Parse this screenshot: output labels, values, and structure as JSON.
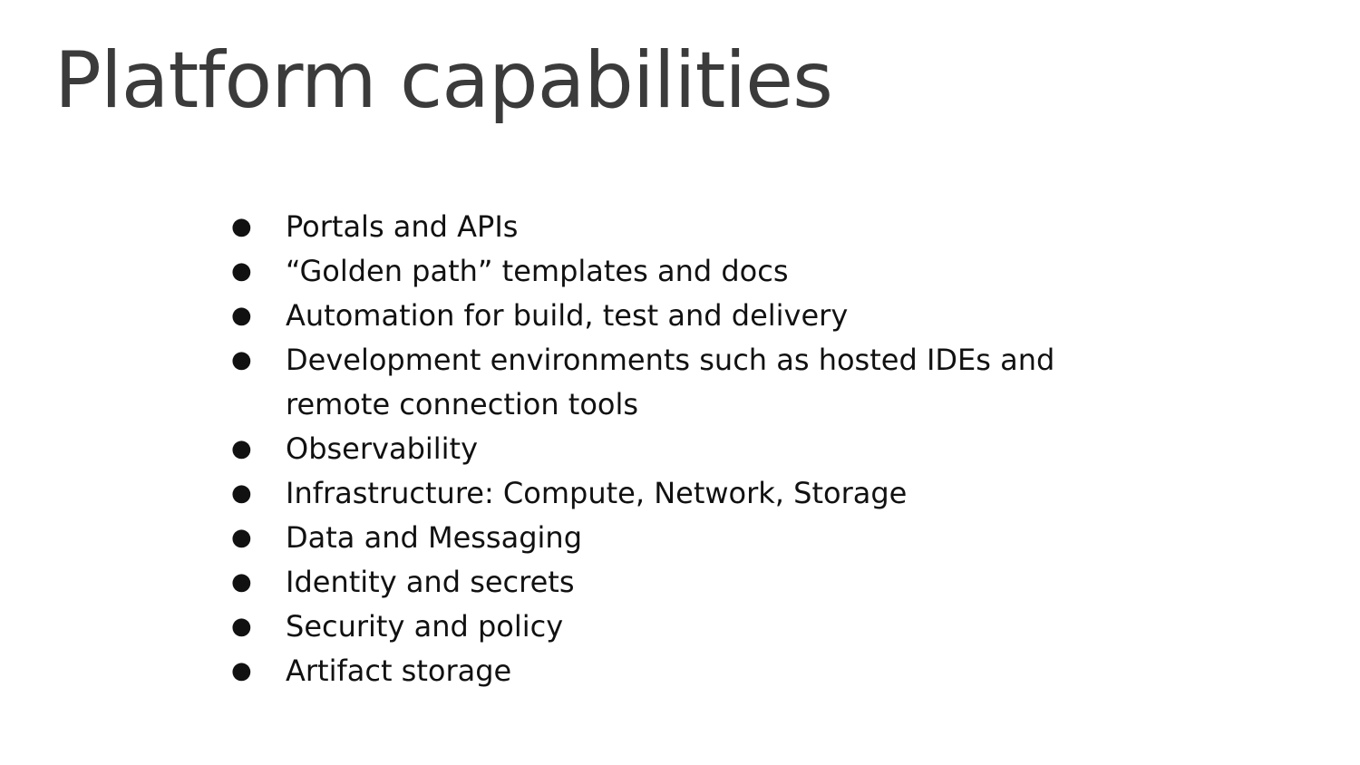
{
  "slide": {
    "title": "Platform capabilities",
    "bullet_symbol": "●",
    "bullets": [
      "Portals and APIs",
      "“Golden path” templates and docs",
      "Automation for build, test and delivery",
      "Development environments such as hosted IDEs and remote connection tools",
      "Observability",
      "Infrastructure: Compute, Network, Storage",
      "Data and Messaging",
      "Identity and secrets",
      "Security and policy",
      "Artifact storage"
    ]
  },
  "colors": {
    "background": "#ffffff",
    "title": "#3b3b3b",
    "body_text": "#111111"
  }
}
